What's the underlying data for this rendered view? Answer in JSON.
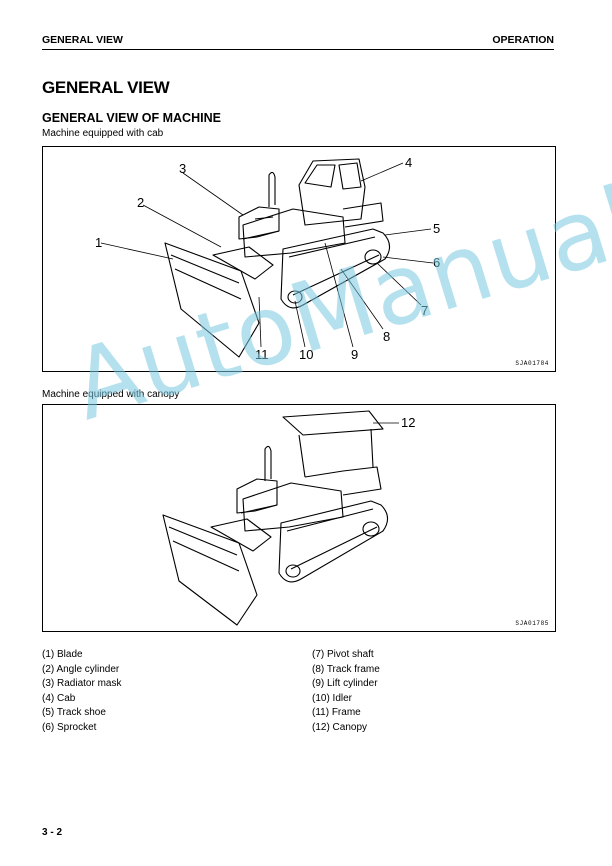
{
  "header": {
    "left": "GENERAL VIEW",
    "right": "OPERATION"
  },
  "page_title": "GENERAL VIEW",
  "section_title": "GENERAL VIEW OF MACHINE",
  "figure_cab": {
    "caption": "Machine equipped with cab",
    "code": "SJA01784",
    "callouts": [
      "1",
      "2",
      "3",
      "4",
      "5",
      "6",
      "7",
      "8",
      "9",
      "10",
      "11"
    ]
  },
  "figure_canopy": {
    "caption": "Machine equipped with canopy",
    "code": "SJA01785",
    "callouts": [
      "12"
    ]
  },
  "legend_left": [
    "(1) Blade",
    "(2) Angle cylinder",
    "(3) Radiator mask",
    "(4) Cab",
    "(5) Track shoe",
    "(6) Sprocket"
  ],
  "legend_right": [
    "(7) Pivot shaft",
    "(8) Track frame",
    "(9) Lift cylinder",
    "(10) Idler",
    "(11) Frame",
    "(12) Canopy"
  ],
  "watermark": "AutoManual",
  "page_number": "3 - 2"
}
